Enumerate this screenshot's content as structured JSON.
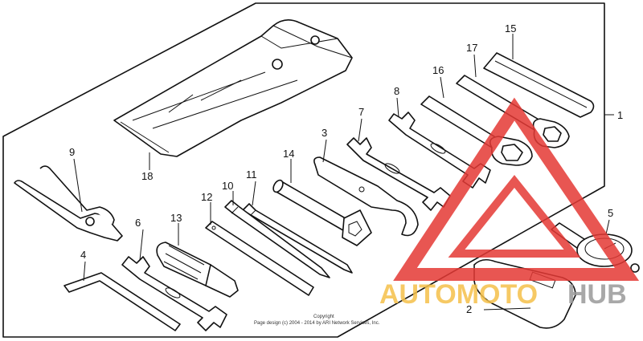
{
  "callouts": [
    {
      "label": "1"
    },
    {
      "label": "2"
    },
    {
      "label": "3"
    },
    {
      "label": "4"
    },
    {
      "label": "5"
    },
    {
      "label": "6"
    },
    {
      "label": "7"
    },
    {
      "label": "8"
    },
    {
      "label": "9"
    },
    {
      "label": "10"
    },
    {
      "label": "11"
    },
    {
      "label": "12"
    },
    {
      "label": "13"
    },
    {
      "label": "14"
    },
    {
      "label": "15"
    },
    {
      "label": "16"
    },
    {
      "label": "17"
    },
    {
      "label": "18"
    }
  ],
  "copyright": {
    "line1": "Copyright",
    "line2": "Page design (c) 2004 - 2014 by ARI Network Services, Inc."
  },
  "watermark": {
    "word_a": "AUTOMOTO",
    "word_b": "HUB",
    "color_a": "#f5c04a",
    "color_b": "#9a9a9a",
    "triangle_color": "#e53935"
  }
}
